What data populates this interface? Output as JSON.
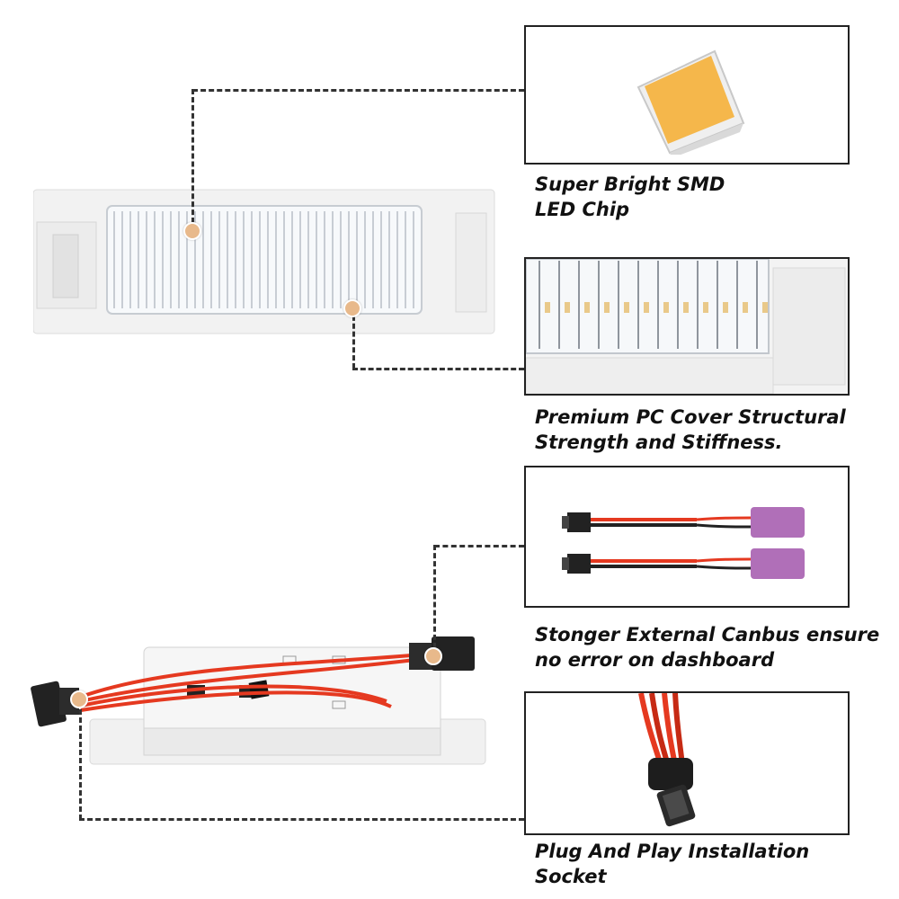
{
  "callouts": [
    {
      "lines": [
        "Super Bright SMD",
        "LED Chip"
      ]
    },
    {
      "lines": [
        "Premium PC Cover  Structural",
        "Strength and Stiffness."
      ]
    },
    {
      "lines": [
        "Stonger External Canbus ensure",
        "no error on dashboard"
      ]
    },
    {
      "lines": [
        "Plug And Play Installation",
        "Socket"
      ]
    }
  ],
  "colors": {
    "marker": "#e8b98b",
    "chip": "#f5b74b",
    "wire_red": "#e53920",
    "resistor": "#b06fb8",
    "dash": "#333333"
  },
  "icons": {
    "led_chip": "smd-led-chip-photo",
    "cover": "pc-cover-closeup-photo",
    "canbus": "canbus-decoder-cables-photo",
    "socket": "t10-socket-photo"
  }
}
